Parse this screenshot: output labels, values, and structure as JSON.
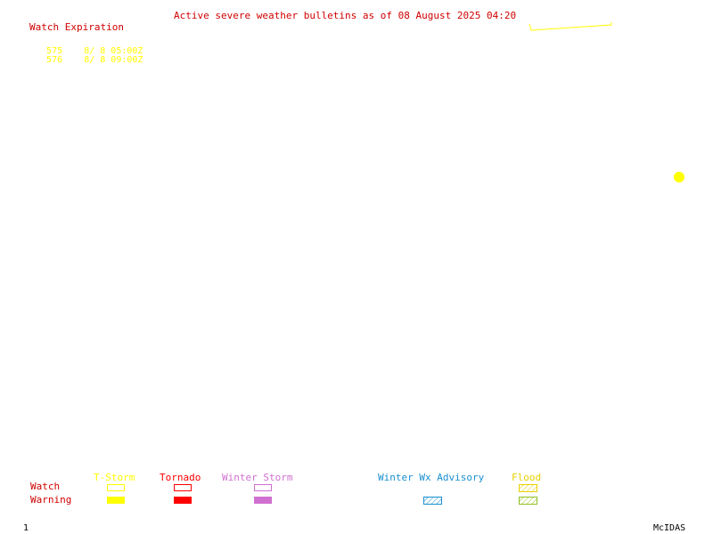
{
  "bulletin": {
    "title": "Active severe weather bulletins as of 08 August 2025 04:20"
  },
  "watch_list": {
    "header": "Watch Expiration",
    "items": [
      {
        "id": "575",
        "expires": "8/ 8 05:00Z"
      },
      {
        "id": "576",
        "expires": "8/ 8 09:00Z"
      }
    ]
  },
  "legend": {
    "row_labels": {
      "watch": "Watch",
      "warning": "Warning"
    },
    "categories": [
      {
        "name": "T-Storm",
        "color": "#ffff00"
      },
      {
        "name": "Tornado",
        "color": "#ff0000"
      },
      {
        "name": "Winter Storm",
        "color": "#d070d0"
      },
      {
        "name": "Winter Wx Advisory",
        "color": "#1a8fd0"
      },
      {
        "name": "Flood",
        "color": "#90c020"
      }
    ]
  },
  "footer": {
    "frame_number": "1",
    "software": "McIDAS"
  }
}
